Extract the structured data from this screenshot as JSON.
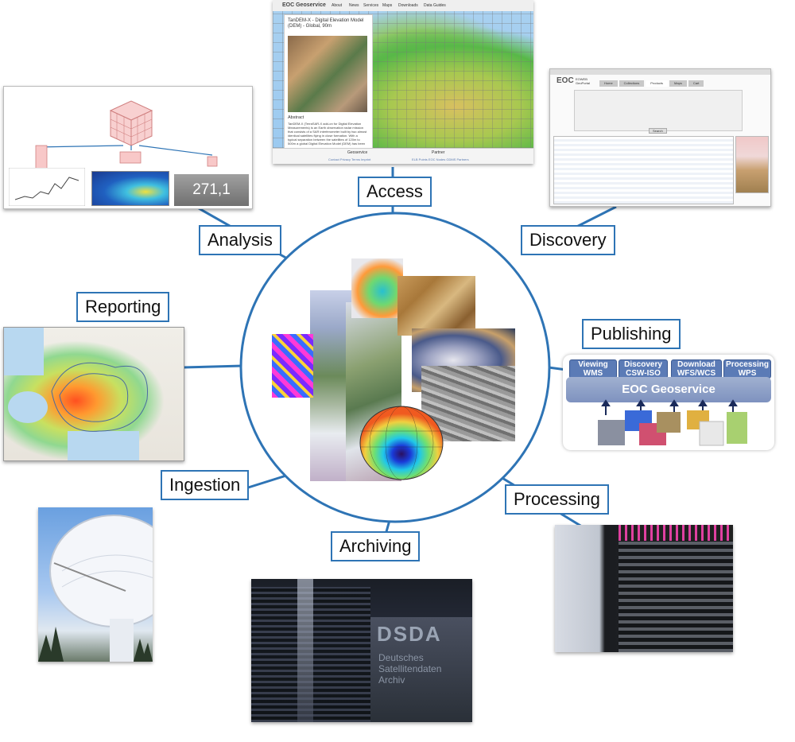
{
  "center": {
    "ring_color": "#2e74b5"
  },
  "stages": {
    "access": "Access",
    "discovery": "Discovery",
    "publishing": "Publishing",
    "processing": "Processing",
    "archiving": "Archiving",
    "ingestion": "Ingestion",
    "reporting": "Reporting",
    "analysis": "Analysis"
  },
  "access_screenshot": {
    "nav_logo": "EOC Geoservice",
    "nav_items": [
      "About",
      "News",
      "Services",
      "Maps",
      "Downloads",
      "Data Guides"
    ],
    "panel_title": "TanDEM-X - Digital Elevation Model (DEM) - Global, 90m",
    "abstract_heading": "Abstract",
    "abstract_text": "TanDEM-X (TerraSAR-X add-on for Digital Elevation Measurements) is an Earth observation radar mission that consists of a SAR interferometer built by two almost identical satellites flying in close formation. With a typical separation between the satellites of 120m to 500m a global Digital Elevation Model (DEM) has been",
    "footer_left": "Contact Privacy Terms Imprint",
    "footer_right": "ELB Points EOC Nodes  GDMS Partners",
    "footer_mid_left": "Geoservice",
    "footer_mid_right": "Partner"
  },
  "analysis_screenshot": {
    "value": "271,1"
  },
  "discovery_screenshot": {
    "logo": "EOC",
    "subtitle": "EOWEB GeoPortal",
    "tabs": [
      "Home",
      "Collections",
      "Products",
      "Maps",
      "Cart"
    ],
    "search_button": "Search"
  },
  "publishing": {
    "services": [
      {
        "line1": "Viewing",
        "line2": "WMS"
      },
      {
        "line1": "Discovery",
        "line2": "CSW-ISO"
      },
      {
        "line1": "Download",
        "line2": "WFS/WCS"
      },
      {
        "line1": "Processing",
        "line2": "WPS"
      }
    ],
    "geoservice_label": "EOC Geoservice"
  },
  "archiving_photo": {
    "sign_text": "DSDA",
    "sign_sub": [
      "Deutsches",
      "Satellitendaten",
      "Archiv"
    ]
  }
}
